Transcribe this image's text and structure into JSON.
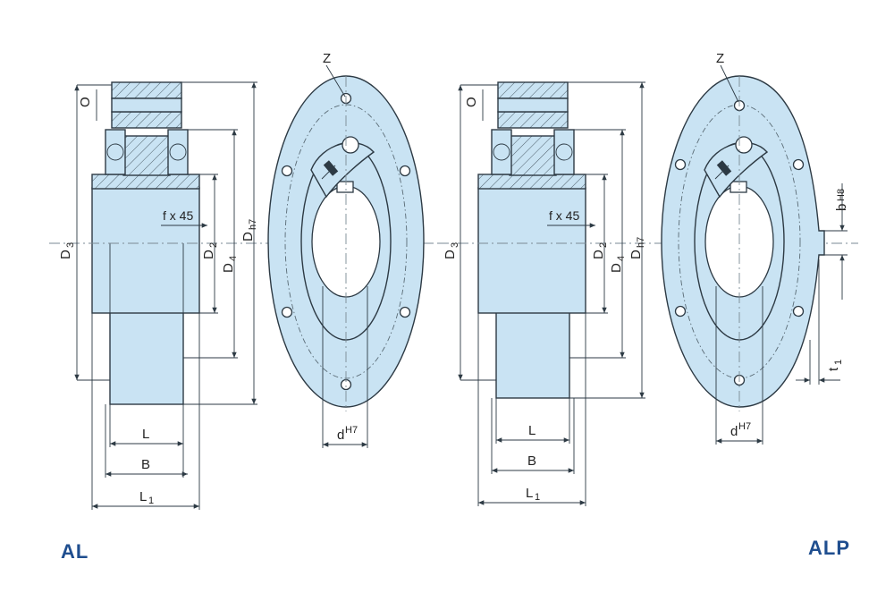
{
  "drawings": [
    {
      "model_label": "AL",
      "side_view": {
        "dimensions": {
          "o": "O",
          "d3": "D",
          "d3_sub": "3",
          "d2": "D",
          "d2_sub": "2",
          "d4": "D",
          "d4_sub": "4",
          "dh7": "D",
          "dh7_sub": "h7",
          "chamfer": "f x 45",
          "l": "L",
          "b": "B",
          "l1": "L",
          "l1_sub": "1"
        }
      },
      "front_view": {
        "dimensions": {
          "z": "Z",
          "bore": "d",
          "bore_sup": "H7"
        }
      }
    },
    {
      "model_label": "ALP",
      "side_view": {
        "dimensions": {
          "o": "O",
          "d3": "D",
          "d3_sub": "3",
          "d2": "D",
          "d2_sub": "2",
          "d4": "D",
          "d4_sub": "4",
          "dh7": "D",
          "dh7_sub": "h7",
          "chamfer": "f x 45",
          "l": "L",
          "b": "B",
          "l1": "L",
          "l1_sub": "1"
        }
      },
      "front_view": {
        "dimensions": {
          "z": "Z",
          "bore": "d",
          "bore_sup": "H7",
          "keyway": "b",
          "keyway_sup": "H8",
          "t1": "t",
          "t1_sub": "1"
        }
      }
    }
  ],
  "colors": {
    "body_fill": "#c9e3f3",
    "outline": "#2d3a44",
    "label": "#1f4e8f"
  }
}
